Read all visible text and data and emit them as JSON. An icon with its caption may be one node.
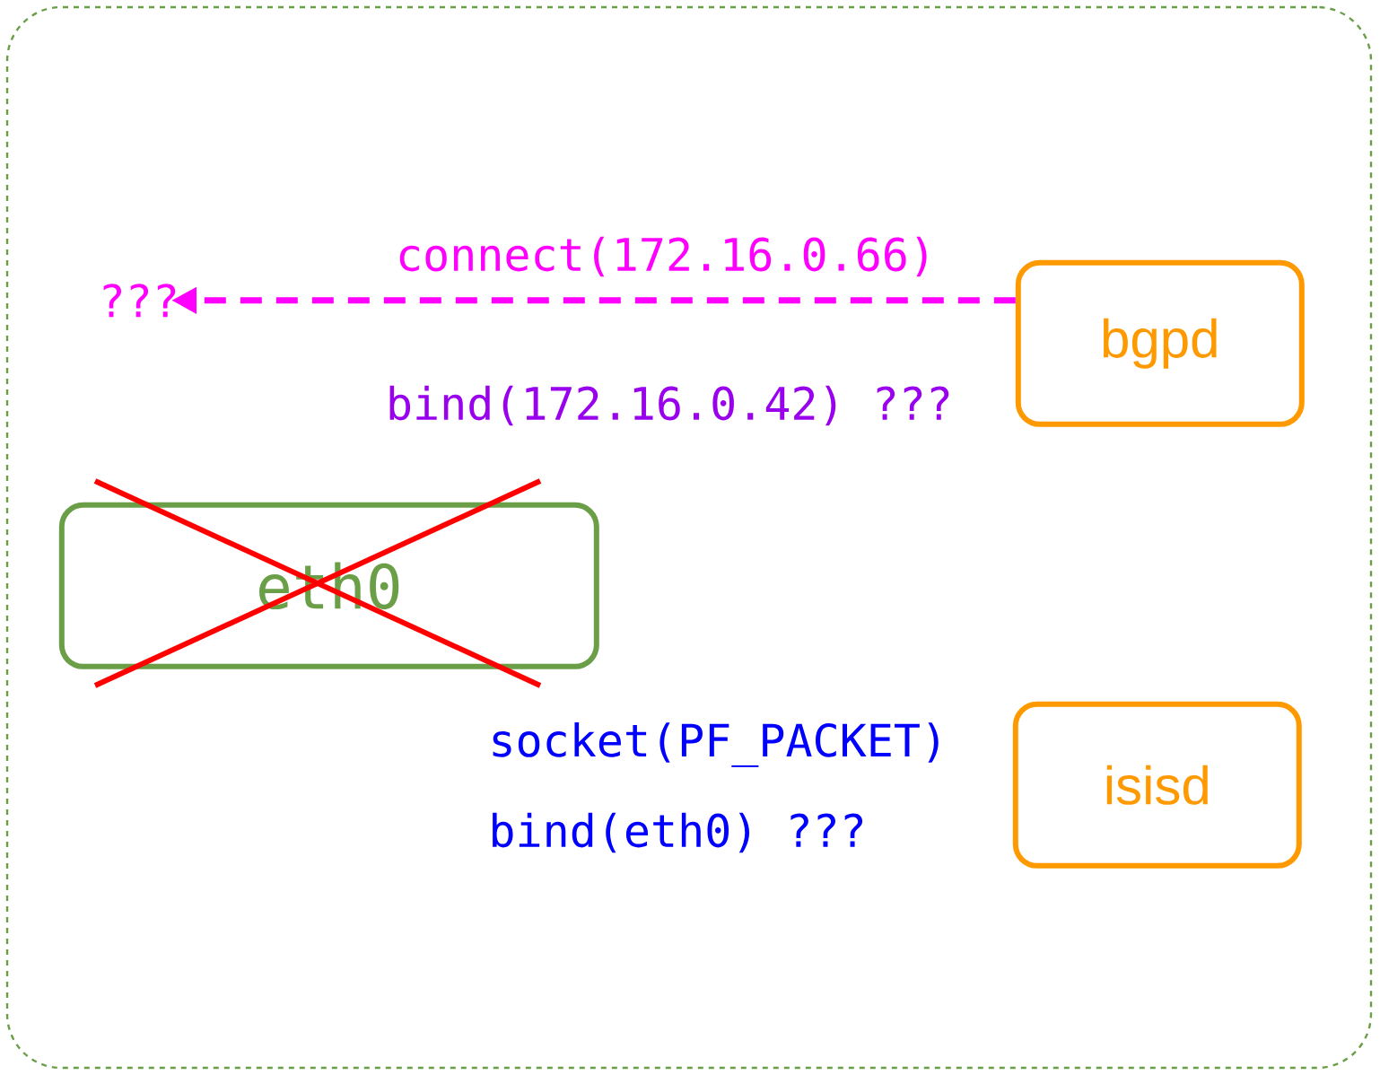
{
  "diagram": {
    "nodes": [
      {
        "text": [],
        "shape": "box"
      },
      {
        "text": [
          "???"
        ],
        "in": 0
      },
      {
        "text": [
          "bgpd"
        ],
        "in": 0
      },
      {
        "text": [
          "eth0"
        ],
        "in": 0
      },
      {
        "text": [
          "isisd"
        ],
        "in": 0
      }
    ],
    "edges": [
      {
        "from": 2,
        "to": 1,
        "arrow": "to",
        "label": "connect(172.16.0.66)",
        "style": "dashed",
        "color": "#ff00ff"
      }
    ],
    "labels": [
      "bind(172.16.0.42) ???",
      "socket(PF_PACKET)",
      "bind(eth0) ???"
    ]
  }
}
